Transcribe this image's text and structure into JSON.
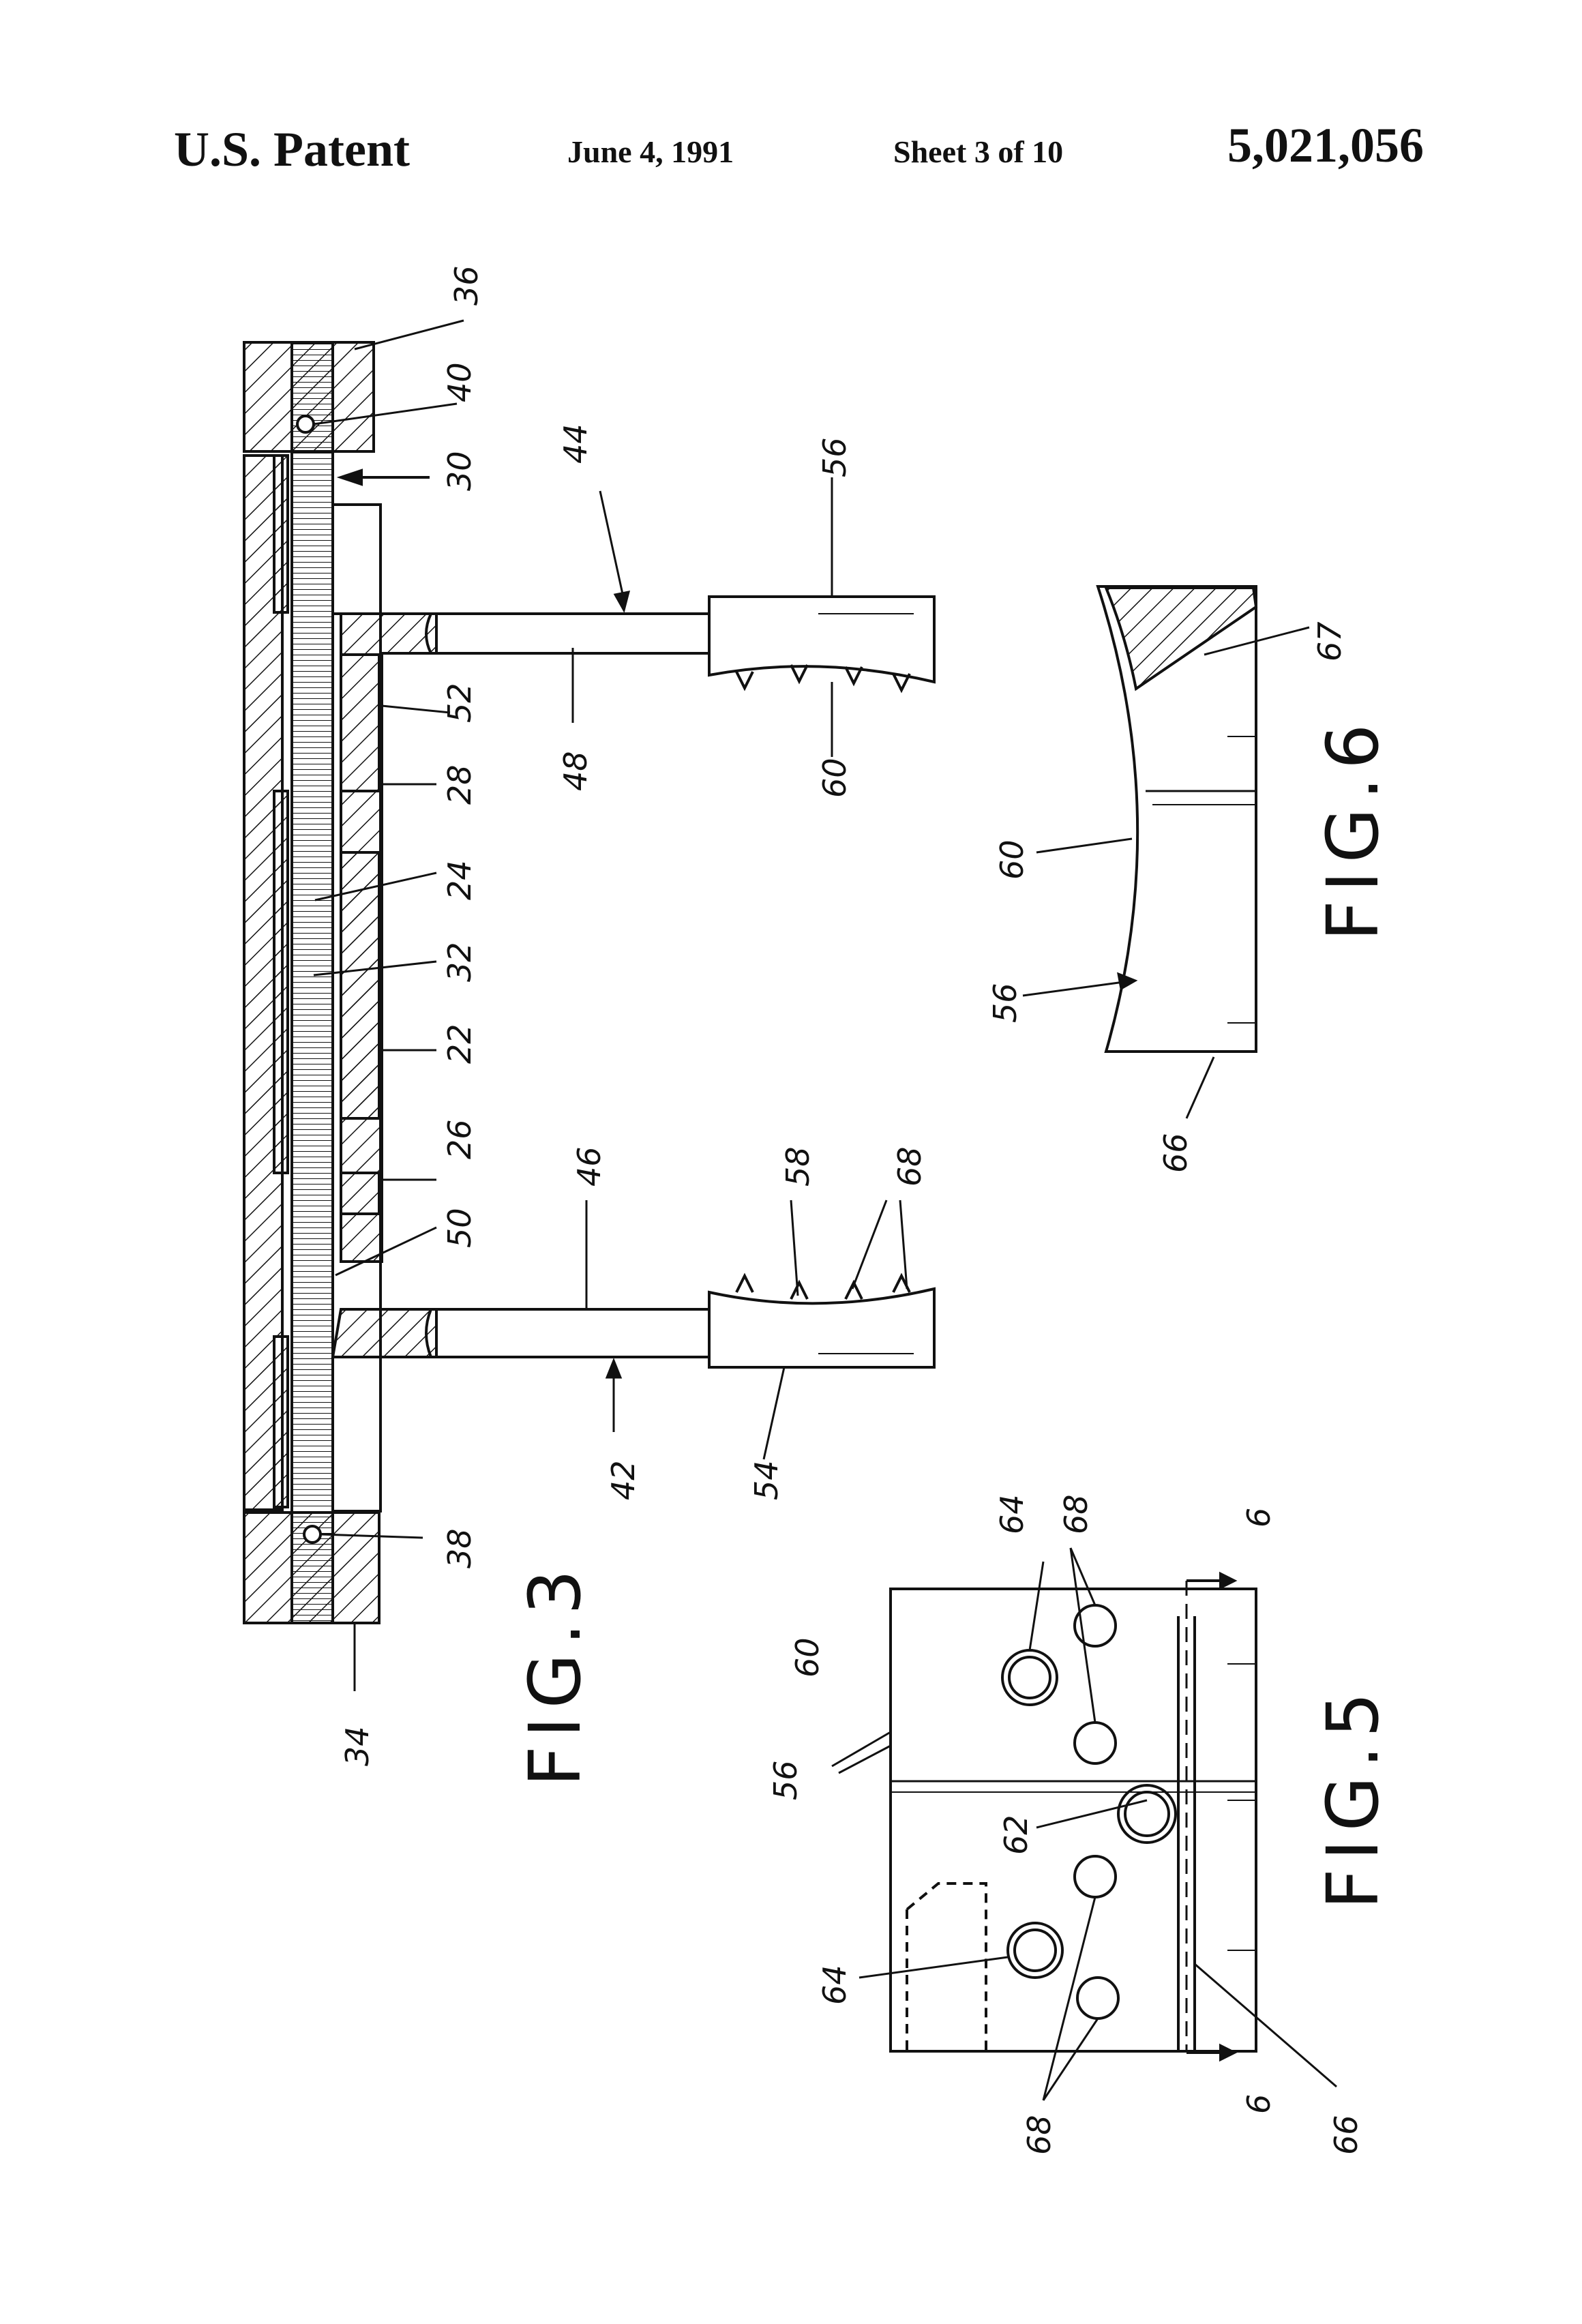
{
  "header": {
    "title": "U.S. Patent",
    "date": "June 4, 1991",
    "sheet": "Sheet 3 of 10",
    "patent_number": "5,021,056"
  },
  "figures": {
    "fig3": "FIG.3",
    "fig5": "FIG.5",
    "fig6": "FIG.6"
  },
  "labels": {
    "fig3": [
      "36",
      "40",
      "30",
      "44",
      "56",
      "52",
      "48",
      "28",
      "60",
      "24",
      "32",
      "22",
      "26",
      "46",
      "58",
      "68",
      "50",
      "42",
      "54",
      "38",
      "34"
    ],
    "fig5": [
      "64",
      "68",
      "6",
      "60",
      "56",
      "62",
      "64",
      "66",
      "68",
      "6"
    ],
    "fig6": [
      "67",
      "60",
      "56",
      "66"
    ]
  },
  "colors": {
    "ink": "#111111",
    "paper": "#ffffff"
  }
}
